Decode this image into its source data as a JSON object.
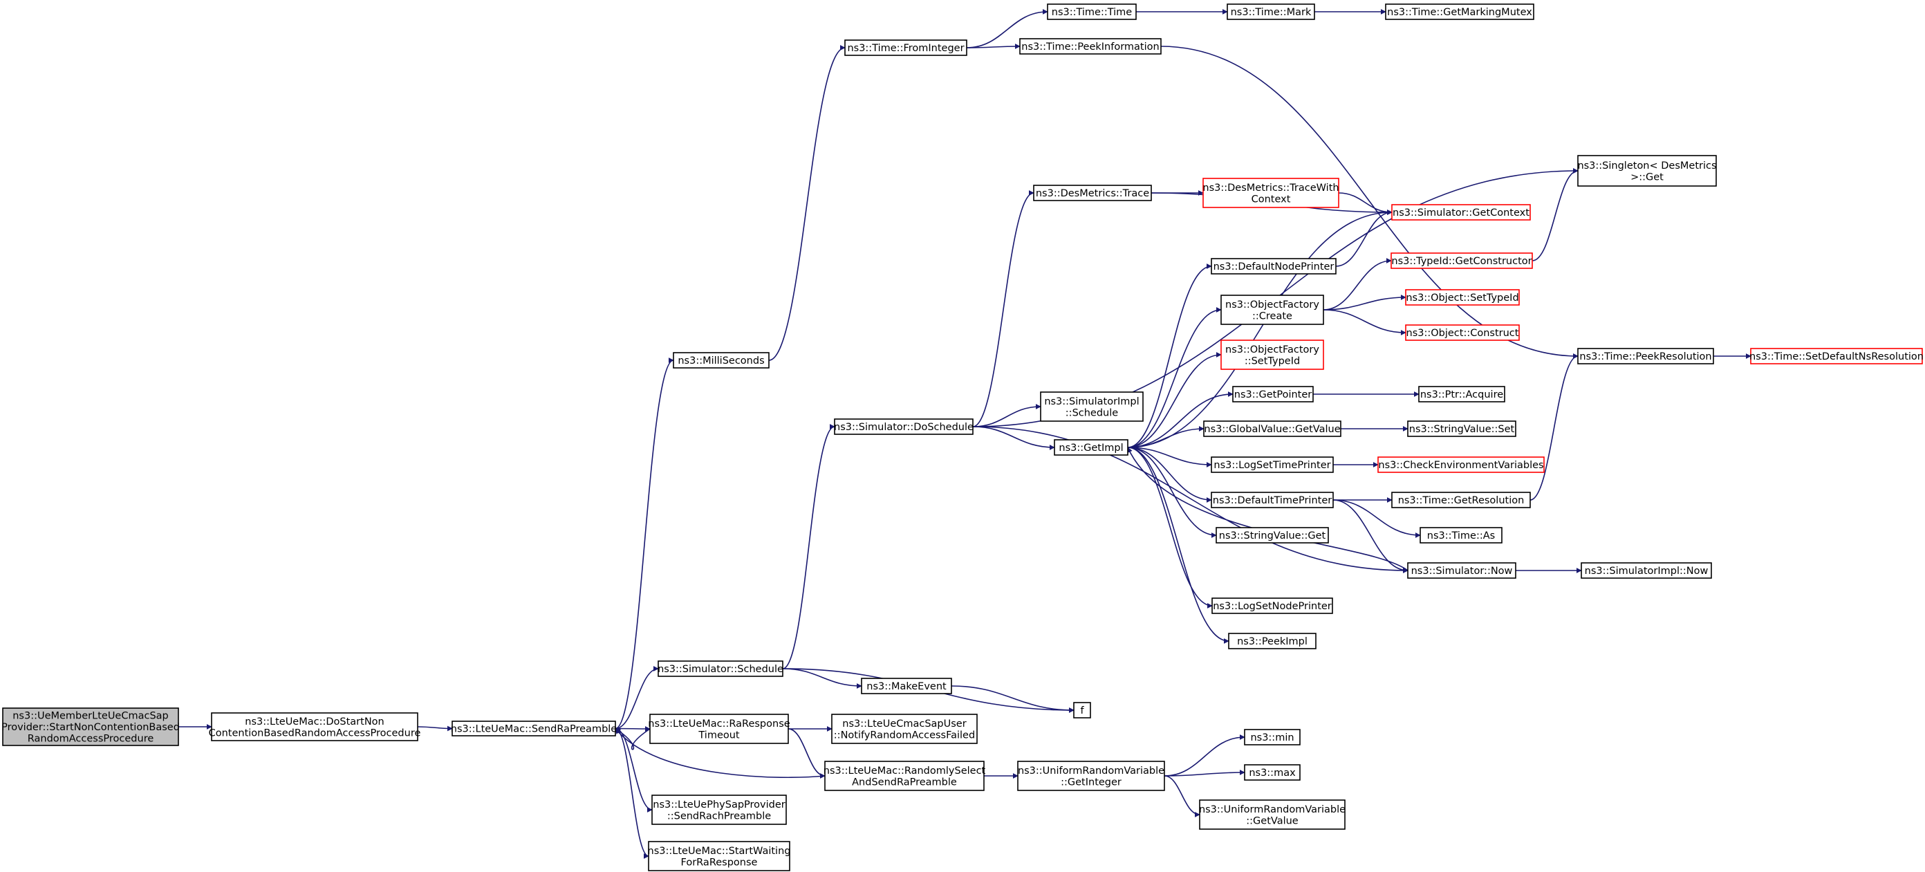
{
  "nodes": [
    {
      "id": "root",
      "lines": [
        "ns3::UeMemberLteUeCmacSap",
        "Provider::StartNonContentionBased",
        "RandomAccessProcedure"
      ],
      "style": "root"
    },
    {
      "id": "doStart",
      "lines": [
        "ns3::LteUeMac::DoStartNon",
        "ContentionBasedRandomAccessProcedure"
      ],
      "style": "normal"
    },
    {
      "id": "sendRa",
      "lines": [
        "ns3::LteUeMac::SendRaPreamble"
      ],
      "style": "normal"
    },
    {
      "id": "milli",
      "lines": [
        "ns3::MilliSeconds"
      ],
      "style": "normal"
    },
    {
      "id": "fromInt",
      "lines": [
        "ns3::Time::FromInteger"
      ],
      "style": "normal"
    },
    {
      "id": "timeTime",
      "lines": [
        "ns3::Time::Time"
      ],
      "style": "normal"
    },
    {
      "id": "timeMark",
      "lines": [
        "ns3::Time::Mark"
      ],
      "style": "normal"
    },
    {
      "id": "getMarkMutex",
      "lines": [
        "ns3::Time::GetMarkingMutex"
      ],
      "style": "normal"
    },
    {
      "id": "peekInfo",
      "lines": [
        "ns3::Time::PeekInformation"
      ],
      "style": "normal"
    },
    {
      "id": "singleton",
      "lines": [
        "ns3::Singleton< DesMetrics",
        " >::Get"
      ],
      "style": "normal"
    },
    {
      "id": "desTrace",
      "lines": [
        "ns3::DesMetrics::Trace"
      ],
      "style": "normal"
    },
    {
      "id": "traceWith",
      "lines": [
        "ns3::DesMetrics::TraceWith",
        "Context"
      ],
      "style": "red"
    },
    {
      "id": "getContext",
      "lines": [
        "ns3::Simulator::GetContext"
      ],
      "style": "red"
    },
    {
      "id": "defNodePrinter",
      "lines": [
        "ns3::DefaultNodePrinter"
      ],
      "style": "normal"
    },
    {
      "id": "getCtor",
      "lines": [
        "ns3::TypeId::GetConstructor"
      ],
      "style": "red"
    },
    {
      "id": "ofCreate",
      "lines": [
        "ns3::ObjectFactory",
        "::Create"
      ],
      "style": "normal"
    },
    {
      "id": "objSetTypeId",
      "lines": [
        "ns3::Object::SetTypeId"
      ],
      "style": "red"
    },
    {
      "id": "objConstruct",
      "lines": [
        "ns3::Object::Construct"
      ],
      "style": "red"
    },
    {
      "id": "ofSetTypeId",
      "lines": [
        "ns3::ObjectFactory",
        "::SetTypeId"
      ],
      "style": "red"
    },
    {
      "id": "peekRes",
      "lines": [
        "ns3::Time::PeekResolution"
      ],
      "style": "normal"
    },
    {
      "id": "setDefNs",
      "lines": [
        "ns3::Time::SetDefaultNsResolution"
      ],
      "style": "red"
    },
    {
      "id": "simImplSched",
      "lines": [
        "ns3::SimulatorImpl",
        "::Schedule"
      ],
      "style": "normal"
    },
    {
      "id": "getPointer",
      "lines": [
        "ns3::GetPointer"
      ],
      "style": "normal"
    },
    {
      "id": "ptrAcquire",
      "lines": [
        "ns3::Ptr::Acquire"
      ],
      "style": "normal"
    },
    {
      "id": "doSchedule",
      "lines": [
        "ns3::Simulator::DoSchedule"
      ],
      "style": "normal"
    },
    {
      "id": "getImpl",
      "lines": [
        "ns3::GetImpl"
      ],
      "style": "normal"
    },
    {
      "id": "gvGetValue",
      "lines": [
        "ns3::GlobalValue::GetValue"
      ],
      "style": "normal"
    },
    {
      "id": "svSet",
      "lines": [
        "ns3::StringValue::Set"
      ],
      "style": "normal"
    },
    {
      "id": "logSetTime",
      "lines": [
        "ns3::LogSetTimePrinter"
      ],
      "style": "normal"
    },
    {
      "id": "checkEnv",
      "lines": [
        "ns3::CheckEnvironmentVariables"
      ],
      "style": "red"
    },
    {
      "id": "defTimePrinter",
      "lines": [
        "ns3::DefaultTimePrinter"
      ],
      "style": "normal"
    },
    {
      "id": "getRes",
      "lines": [
        "ns3::Time::GetResolution"
      ],
      "style": "normal"
    },
    {
      "id": "timeAs",
      "lines": [
        "ns3::Time::As"
      ],
      "style": "normal"
    },
    {
      "id": "svGet",
      "lines": [
        "ns3::StringValue::Get"
      ],
      "style": "normal"
    },
    {
      "id": "simNow",
      "lines": [
        "ns3::Simulator::Now"
      ],
      "style": "normal"
    },
    {
      "id": "simImplNow",
      "lines": [
        "ns3::SimulatorImpl::Now"
      ],
      "style": "normal"
    },
    {
      "id": "logSetNode",
      "lines": [
        "ns3::LogSetNodePrinter"
      ],
      "style": "normal"
    },
    {
      "id": "peekImpl",
      "lines": [
        "ns3::PeekImpl"
      ],
      "style": "normal"
    },
    {
      "id": "simSchedule",
      "lines": [
        "ns3::Simulator::Schedule"
      ],
      "style": "normal"
    },
    {
      "id": "makeEvent",
      "lines": [
        "ns3::MakeEvent"
      ],
      "style": "normal"
    },
    {
      "id": "f",
      "lines": [
        "f"
      ],
      "style": "normal"
    },
    {
      "id": "raTimeout",
      "lines": [
        "ns3::LteUeMac::RaResponse",
        "Timeout"
      ],
      "style": "normal"
    },
    {
      "id": "notifyFailed",
      "lines": [
        "ns3::LteUeCmacSapUser",
        "::NotifyRandomAccessFailed"
      ],
      "style": "normal"
    },
    {
      "id": "randSelect",
      "lines": [
        "ns3::LteUeMac::RandomlySelect",
        "AndSendRaPreamble"
      ],
      "style": "normal"
    },
    {
      "id": "urvGetInt",
      "lines": [
        "ns3::UniformRandomVariable",
        "::GetInteger"
      ],
      "style": "normal"
    },
    {
      "id": "min",
      "lines": [
        "ns3::min"
      ],
      "style": "normal"
    },
    {
      "id": "max",
      "lines": [
        "ns3::max"
      ],
      "style": "normal"
    },
    {
      "id": "urvGetVal",
      "lines": [
        "ns3::UniformRandomVariable",
        "::GetValue"
      ],
      "style": "normal"
    },
    {
      "id": "sendRach",
      "lines": [
        "ns3::LteUePhySapProvider",
        "::SendRachPreamble"
      ],
      "style": "normal"
    },
    {
      "id": "startWaiting",
      "lines": [
        "ns3::LteUeMac::StartWaiting",
        "ForRaResponse"
      ],
      "style": "normal"
    }
  ],
  "edges": [
    [
      "root",
      "doStart"
    ],
    [
      "doStart",
      "sendRa"
    ],
    [
      "sendRa",
      "milli"
    ],
    [
      "sendRa",
      "simSchedule"
    ],
    [
      "sendRa",
      "raTimeout"
    ],
    [
      "sendRa",
      "sendRach"
    ],
    [
      "sendRa",
      "startWaiting"
    ],
    [
      "milli",
      "fromInt"
    ],
    [
      "fromInt",
      "timeTime"
    ],
    [
      "fromInt",
      "peekInfo"
    ],
    [
      "timeTime",
      "timeMark"
    ],
    [
      "timeMark",
      "getMarkMutex"
    ],
    [
      "peekInfo",
      "peekRes"
    ],
    [
      "peekRes",
      "setDefNs"
    ],
    [
      "simSchedule",
      "doSchedule"
    ],
    [
      "simSchedule",
      "makeEvent"
    ],
    [
      "simSchedule",
      "f"
    ],
    [
      "makeEvent",
      "f"
    ],
    [
      "doSchedule",
      "singleton"
    ],
    [
      "doSchedule",
      "desTrace"
    ],
    [
      "doSchedule",
      "simImplSched"
    ],
    [
      "doSchedule",
      "getImpl"
    ],
    [
      "doSchedule",
      "simNow"
    ],
    [
      "desTrace",
      "traceWith"
    ],
    [
      "desTrace",
      "getContext"
    ],
    [
      "traceWith",
      "getContext"
    ],
    [
      "getImpl",
      "getContext"
    ],
    [
      "getImpl",
      "defNodePrinter"
    ],
    [
      "getImpl",
      "ofCreate"
    ],
    [
      "getImpl",
      "ofSetTypeId"
    ],
    [
      "getImpl",
      "getPointer"
    ],
    [
      "getImpl",
      "gvGetValue"
    ],
    [
      "getImpl",
      "logSetTime"
    ],
    [
      "getImpl",
      "defTimePrinter"
    ],
    [
      "getImpl",
      "svGet"
    ],
    [
      "getImpl",
      "logSetNode"
    ],
    [
      "getImpl",
      "peekImpl"
    ],
    [
      "defNodePrinter",
      "getContext"
    ],
    [
      "ofCreate",
      "getCtor"
    ],
    [
      "ofCreate",
      "objSetTypeId"
    ],
    [
      "ofCreate",
      "objConstruct"
    ],
    [
      "getCtor",
      "singleton"
    ],
    [
      "getPointer",
      "ptrAcquire"
    ],
    [
      "gvGetValue",
      "svSet"
    ],
    [
      "logSetTime",
      "checkEnv"
    ],
    [
      "defTimePrinter",
      "getRes"
    ],
    [
      "defTimePrinter",
      "timeAs"
    ],
    [
      "defTimePrinter",
      "simNow"
    ],
    [
      "getRes",
      "peekRes"
    ],
    [
      "simNow",
      "getImpl"
    ],
    [
      "simNow",
      "simImplNow"
    ],
    [
      "raTimeout",
      "sendRa"
    ],
    [
      "raTimeout",
      "notifyFailed"
    ],
    [
      "raTimeout",
      "randSelect"
    ],
    [
      "randSelect",
      "sendRa"
    ],
    [
      "randSelect",
      "urvGetInt"
    ],
    [
      "urvGetInt",
      "min"
    ],
    [
      "urvGetInt",
      "max"
    ],
    [
      "urvGetInt",
      "urvGetVal"
    ]
  ]
}
